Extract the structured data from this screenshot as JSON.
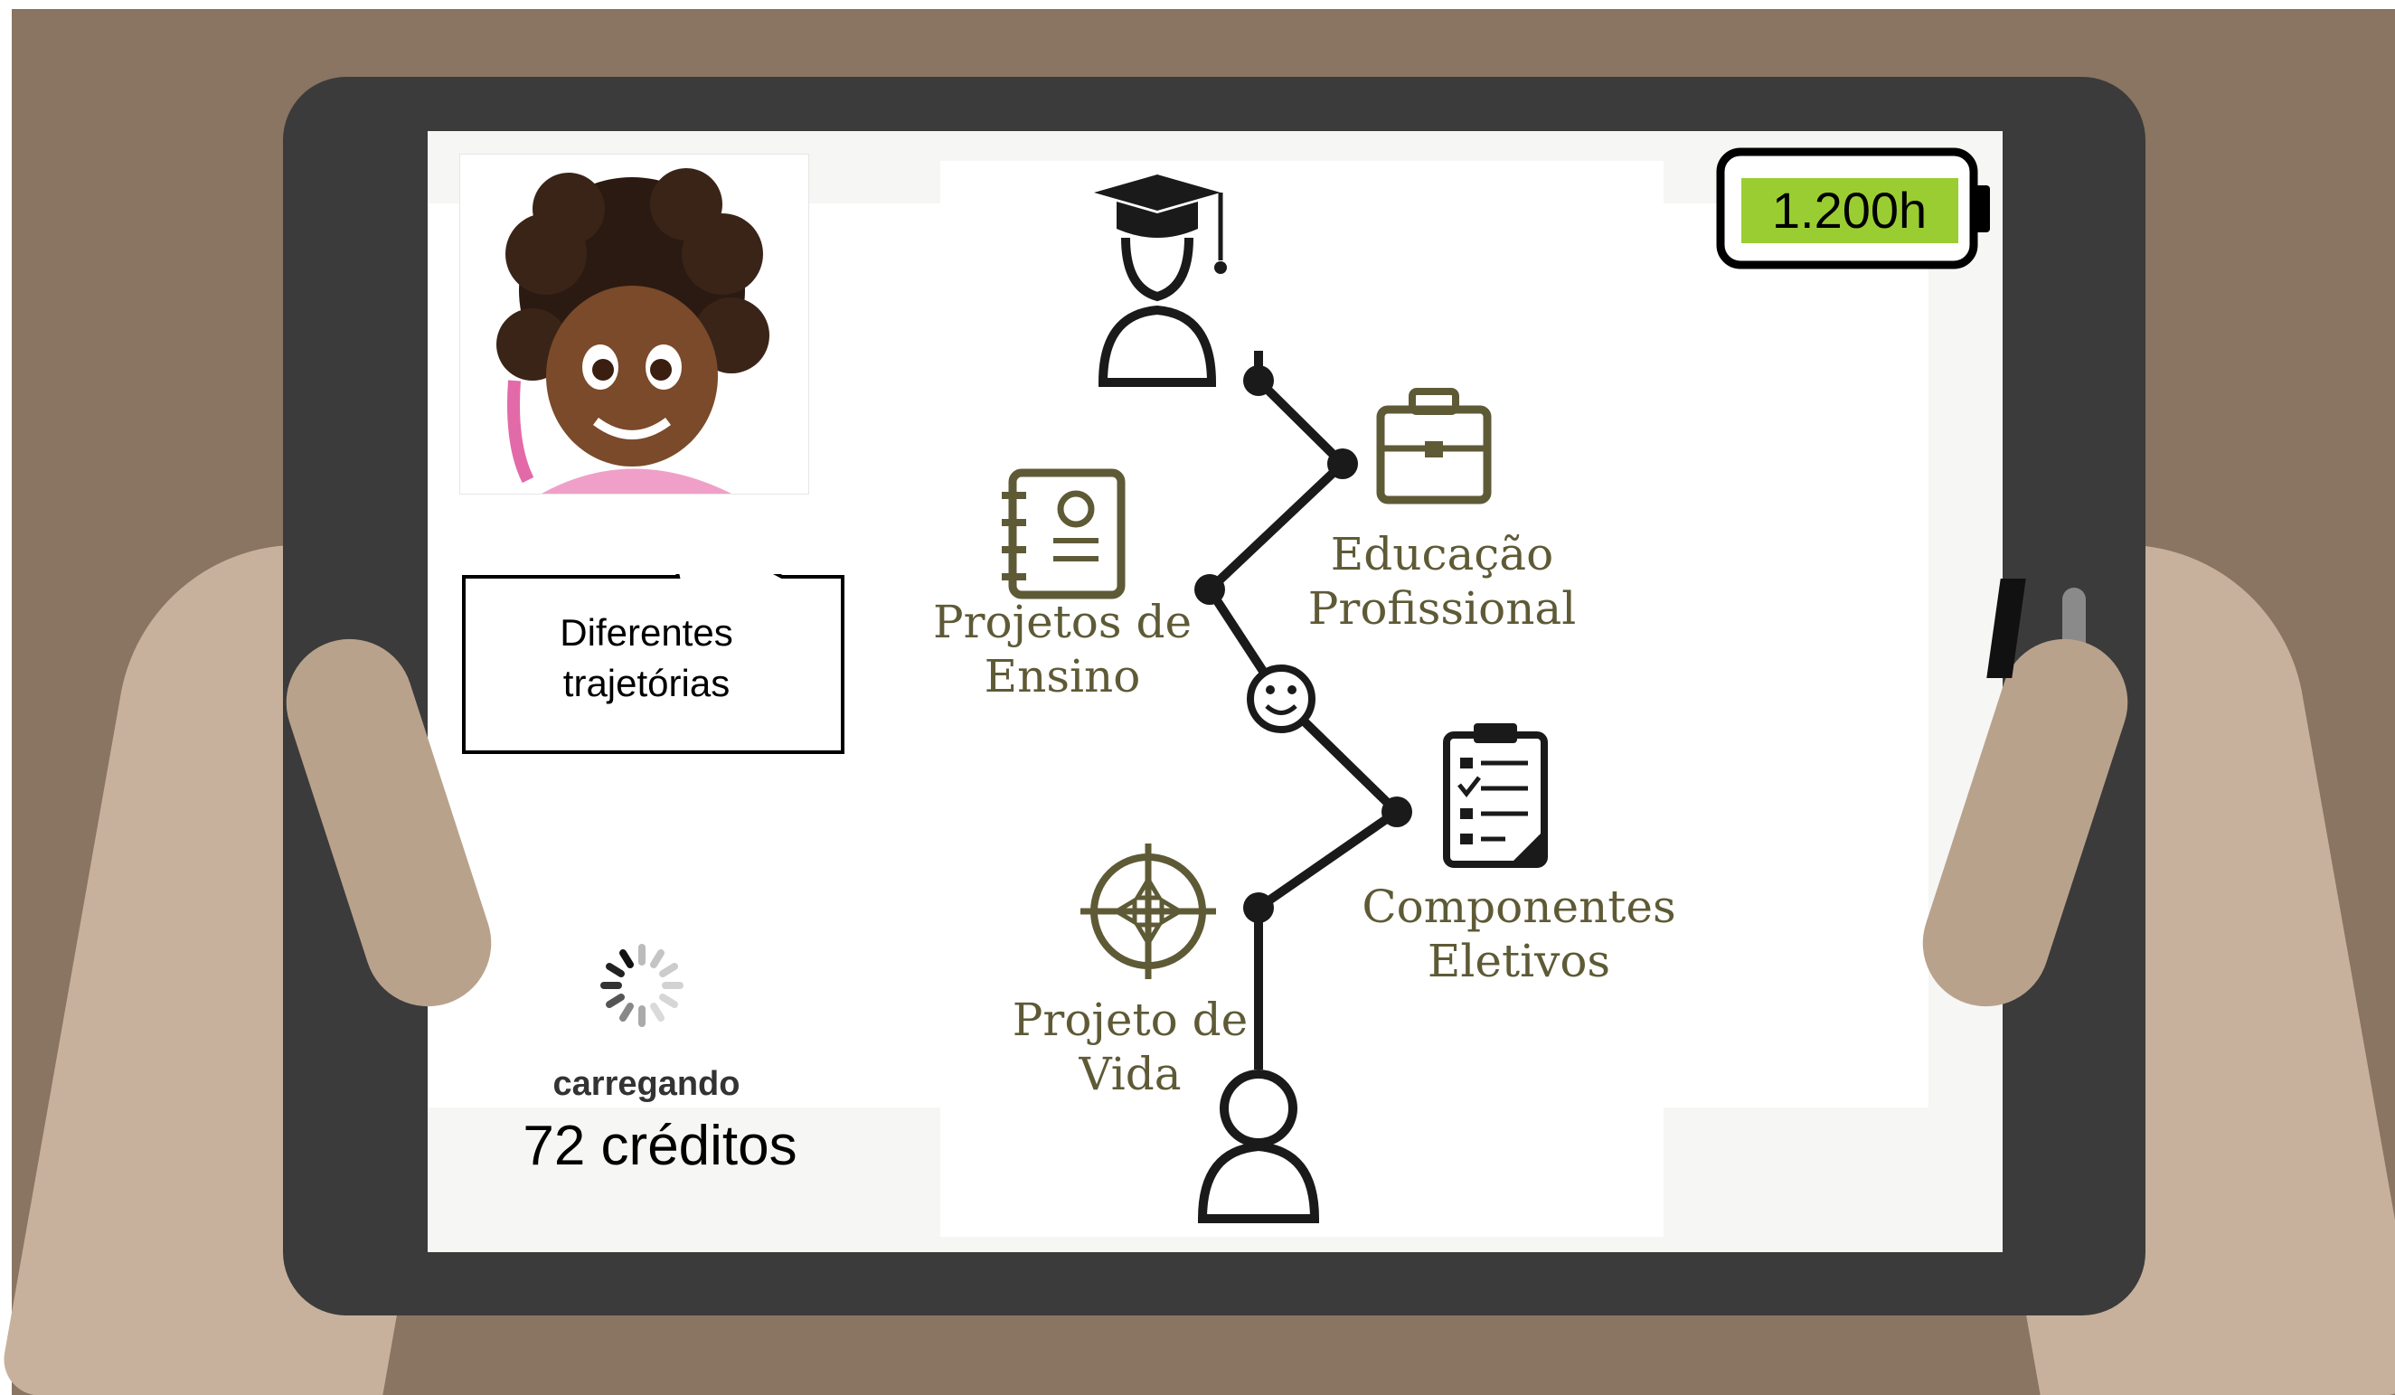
{
  "speech_bubble": {
    "text": "Diferentes trajetórias"
  },
  "battery": {
    "label": "1.200h",
    "fill_color": "#9acd32"
  },
  "loading": {
    "label": "carregando"
  },
  "credits": {
    "label": "72 créditos"
  },
  "trajectory": {
    "steps": [
      {
        "label": "Educação Profissional",
        "icon": "briefcase-icon"
      },
      {
        "label": "Projetos de Ensino",
        "icon": "notebook-icon"
      },
      {
        "label": "Componentes Eletivos",
        "icon": "clipboard-checklist-icon"
      },
      {
        "label": "Projeto de Vida",
        "icon": "compass-target-icon"
      }
    ],
    "start_icon": "person-icon",
    "end_icon": "graduate-icon",
    "middle_icon": "smiley-icon",
    "accent_color": "#5e5a36"
  }
}
